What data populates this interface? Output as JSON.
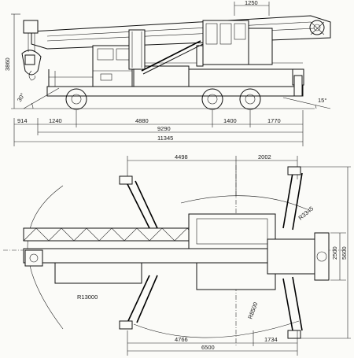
{
  "side_view": {
    "dims_h": {
      "top_1250": "1250",
      "d_914": "914",
      "d_1240": "1240",
      "d_4880": "4880",
      "d_1400": "1400",
      "d_1770": "1770",
      "d_9290": "9290",
      "d_11345": "11345"
    },
    "dims_v": {
      "height_3860": "3860"
    },
    "angles": {
      "front": "30°",
      "rear": "15°"
    }
  },
  "top_view": {
    "dims_h": {
      "top_4498": "4498",
      "top_2002": "2002",
      "bot_4766": "4766",
      "bot_1734": "1734",
      "bot_6500": "6500"
    },
    "dims_v": {
      "d_2500": "2500",
      "d_5600": "5600"
    },
    "radii": {
      "r13000": "R13000",
      "r8500": "R8500",
      "r3345": "R3345"
    }
  }
}
